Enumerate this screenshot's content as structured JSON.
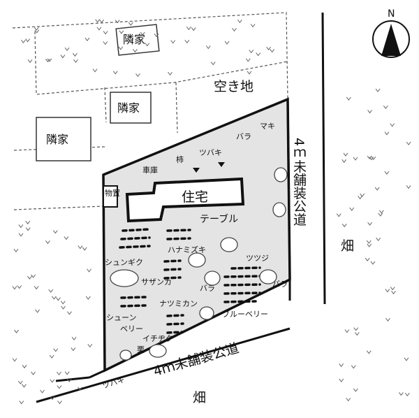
{
  "compass": {
    "letter": "N"
  },
  "labels": {
    "neighbor_house": "隣家",
    "vacant_lot": "空き地",
    "house": "住宅",
    "shed": "物置",
    "garage": "車庫",
    "persimmon": "柿",
    "camellia": "ツバキ",
    "rose": "バラ",
    "podocarpus": "マキ",
    "table": "テーブル",
    "dogwood": "ハナミズキ",
    "chrysanthemum": "シュンギク",
    "sasanqua": "サザンカ",
    "azalea": "ツツジ",
    "satsuma": "ナツミカン",
    "june_berry_1": "シューン",
    "june_berry_2": "ベリー",
    "blueberry": "ブルーベリー",
    "strawberry": "イチヂク",
    "chestnut": "栗",
    "road_east": "4ｍ未舗装公道",
    "road_south": "4ｍ未舗装公道",
    "field": "畑",
    "camellia_south": "ツバキ"
  }
}
